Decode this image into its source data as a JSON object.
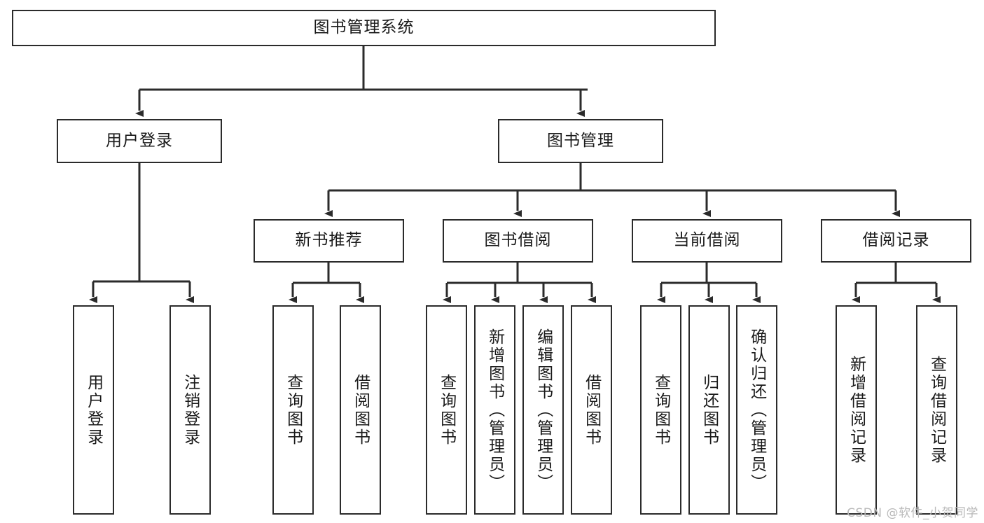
{
  "diagram": {
    "title": "图书管理系统",
    "type": "tree",
    "watermark": "CSDN @软件_小贺同学",
    "colors": {
      "border": "#2b2b2b",
      "background": "#ffffff",
      "text": "#1a1a1a",
      "edge": "#2b2b2b",
      "watermark": "#b9b9b9"
    },
    "root": {
      "label": "图书管理系统"
    },
    "level2": [
      {
        "label": "用户登录"
      },
      {
        "label": "图书管理"
      }
    ],
    "level3": [
      {
        "label": "新书推荐"
      },
      {
        "label": "图书借阅"
      },
      {
        "label": "当前借阅"
      },
      {
        "label": "借阅记录"
      }
    ],
    "leaves": {
      "user_login": [
        {
          "label": "用户登录"
        },
        {
          "label": "注销登录"
        }
      ],
      "new_book_recommend": [
        {
          "label": "查询图书"
        },
        {
          "label": "借阅图书"
        }
      ],
      "book_borrow": [
        {
          "label": "查询图书"
        },
        {
          "label": "新增图书（管理员）"
        },
        {
          "label": "编辑图书（管理员）"
        },
        {
          "label": "借阅图书"
        }
      ],
      "current_borrow": [
        {
          "label": "查询图书"
        },
        {
          "label": "归还图书"
        },
        {
          "label": "确认归还（管理员）"
        }
      ],
      "borrow_record": [
        {
          "label": "新增借阅记录"
        },
        {
          "label": "查询借阅记录"
        }
      ]
    }
  }
}
